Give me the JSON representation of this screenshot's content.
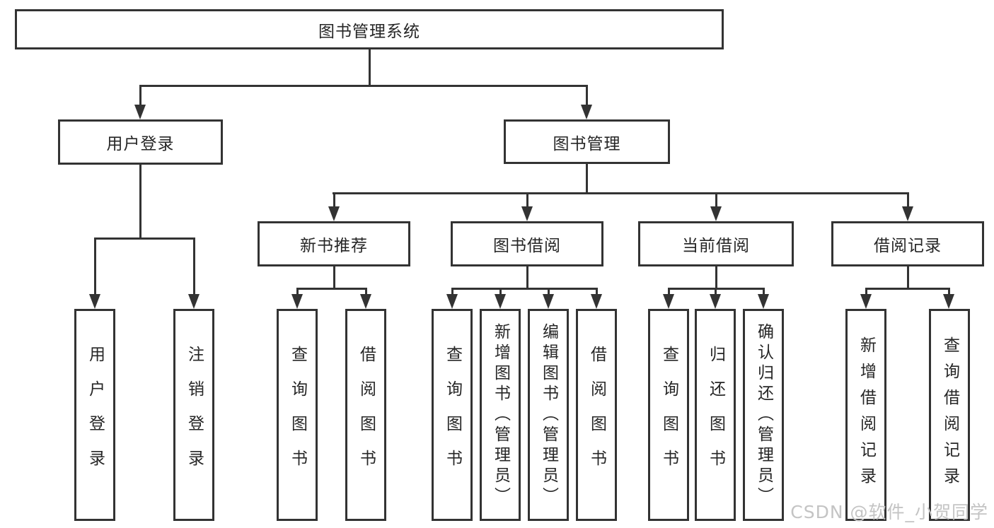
{
  "diagram_title": "图书管理系统",
  "nodes": {
    "root": "图书管理系统",
    "level2": {
      "user_login": "用户登录",
      "book_mgmt": "图书管理"
    },
    "level3": {
      "new_book_rec": "新书推荐",
      "book_borrow": "图书借阅",
      "current_borrow": "当前借阅",
      "borrow_record": "借阅记录"
    },
    "leaves": {
      "user_login_children": {
        "login": "用户登录",
        "logout": "注销登录"
      },
      "new_book_rec_children": {
        "query_book": "查询图书",
        "borrow_book": "借阅图书"
      },
      "book_borrow_children": {
        "query_book": "查询图书",
        "add_book_admin": "新增图书（管理员）",
        "edit_book_admin": "编辑图书（管理员）",
        "borrow_book": "借阅图书"
      },
      "current_borrow_children": {
        "query_book": "查询图书",
        "return_book": "归还图书",
        "confirm_return_admin": "确认归还（管理员）"
      },
      "borrow_record_children": {
        "add_record": "新增借阅记录",
        "query_record": "查询借阅记录"
      }
    }
  },
  "watermark": "CSDN @软件_小贺同学",
  "colors": {
    "line": "#333333",
    "text": "#262626",
    "background": "#ffffff",
    "watermark": "#c4c4c4"
  }
}
